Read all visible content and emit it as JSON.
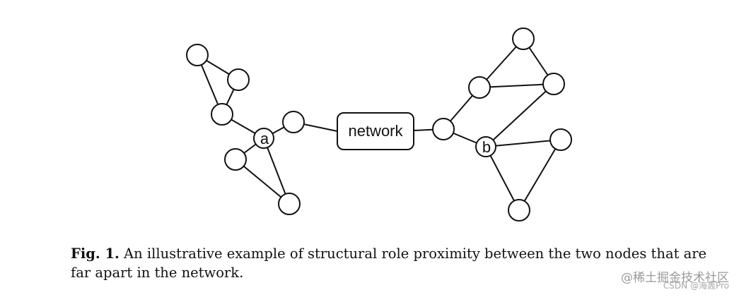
{
  "diagram": {
    "center_box_label": "network",
    "node_a_label": "a",
    "node_b_label": "b"
  },
  "caption": {
    "fig_label": "Fig. 1.",
    "text": " An illustrative example of structural role proximity between the two nodes that are far apart in the network."
  },
  "watermark": {
    "line1": "@稀土掘金技术社区",
    "line2": "CSDN @海轰Pro"
  }
}
